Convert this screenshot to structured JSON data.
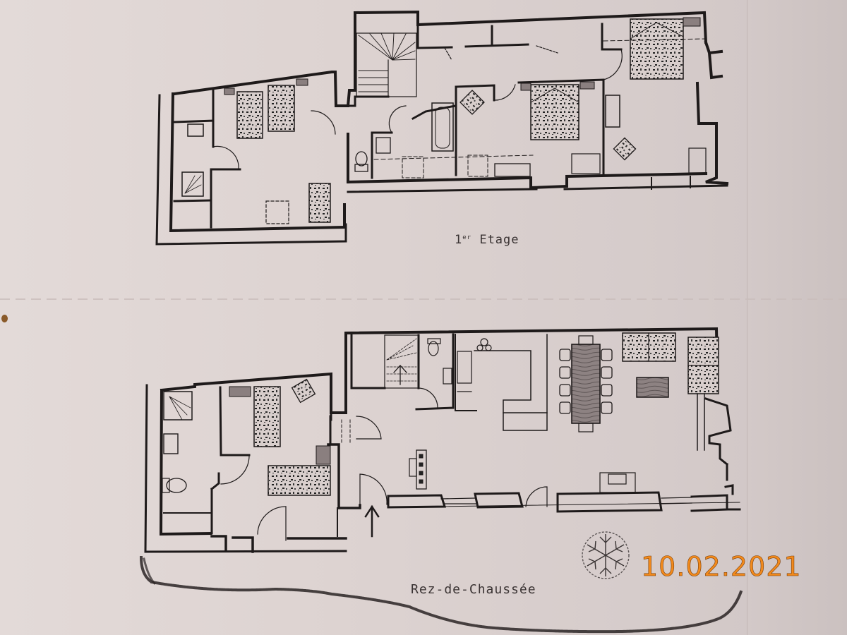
{
  "document": {
    "type": "floor-plan",
    "levels": [
      {
        "id": "upper",
        "label_main": "1",
        "label_sup": "er",
        "label_rest": " Etage",
        "label_full": "1er Etage",
        "rooms": [
          "bedroom-twin-beds",
          "shower-room",
          "stair-landing",
          "wc",
          "bathroom",
          "bedroom-double",
          "bedroom-double-2",
          "closet"
        ]
      },
      {
        "id": "ground",
        "label_full": "Rez-de-Chaussée",
        "rooms": [
          "shower-room",
          "bedroom",
          "entrance-hall",
          "stairs",
          "wc",
          "kitchen",
          "dining-area",
          "living-room",
          "fireplace"
        ]
      }
    ],
    "camera_datestamp": "10.02.2021",
    "datestamp_parts": [
      "10",
      "02",
      "2021"
    ]
  },
  "colors": {
    "paper": "#e3dad8",
    "ink": "#1e1a1a",
    "datestamp": "#f28a1c"
  }
}
